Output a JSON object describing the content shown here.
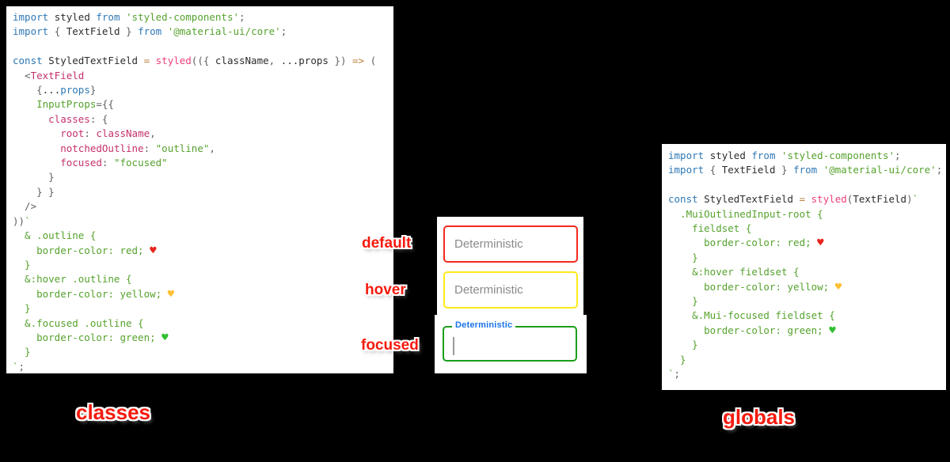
{
  "colors": {
    "background": "#000000",
    "panel": "#ffffff",
    "accent_red": "#f41a0e",
    "focused_label_blue": "#1a73e8",
    "placeholder_gray": "#8a8a8a",
    "keyword_blue": "#2e78b5",
    "string_green": "#55a22d",
    "function_pink": "#ee4179",
    "property_magenta": "#c5306d",
    "operator_orange": "#bd7d3a",
    "heart_red": "#e8251c",
    "heart_yellow": "#ffbe33",
    "heart_green": "#2fbf2f"
  },
  "captions": {
    "left": "classes",
    "right": "globals"
  },
  "middle": {
    "fields": [
      {
        "state_label": "default",
        "border_color": "#f5291d",
        "placeholder": "Deterministic"
      },
      {
        "state_label": "hover",
        "border_color": "#ffe919",
        "placeholder": "Deterministic"
      },
      {
        "state_label": "focused",
        "border_color": "#1b9e1b",
        "label": "Deterministic",
        "value": ""
      }
    ]
  },
  "left_code": {
    "lines": [
      [
        [
          "k",
          "import "
        ],
        [
          "d",
          "styled "
        ],
        [
          "k",
          "from "
        ],
        [
          "s",
          "'styled-components'"
        ],
        [
          "g",
          ";"
        ]
      ],
      [
        [
          "k",
          "import "
        ],
        [
          "g",
          "{ "
        ],
        [
          "d",
          "TextField "
        ],
        [
          "g",
          "} "
        ],
        [
          "k",
          "from "
        ],
        [
          "s",
          "'@material-ui/core'"
        ],
        [
          "g",
          ";"
        ]
      ],
      [],
      [
        [
          "k",
          "const "
        ],
        [
          "d",
          "StyledTextField "
        ],
        [
          "o",
          "= "
        ],
        [
          "p",
          "styled"
        ],
        [
          "g",
          "(({ "
        ],
        [
          "d",
          "className"
        ],
        [
          "g",
          ", "
        ],
        [
          "d",
          "...props "
        ],
        [
          "g",
          "}) "
        ],
        [
          "o",
          "=> "
        ],
        [
          "g",
          "("
        ]
      ],
      [
        [
          "g",
          "  <"
        ],
        [
          "m",
          "TextField"
        ]
      ],
      [
        [
          "g",
          "    {"
        ],
        [
          "d",
          "..."
        ],
        [
          "k",
          "props"
        ],
        [
          "g",
          "}"
        ]
      ],
      [
        [
          "g",
          "    "
        ],
        [
          "s",
          "InputProps"
        ],
        [
          "g",
          "={{"
        ]
      ],
      [
        [
          "g",
          "      "
        ],
        [
          "m",
          "classes"
        ],
        [
          "g",
          ": {"
        ]
      ],
      [
        [
          "g",
          "        "
        ],
        [
          "m",
          "root"
        ],
        [
          "g",
          ": "
        ],
        [
          "m",
          "className"
        ],
        [
          "g",
          ","
        ]
      ],
      [
        [
          "g",
          "        "
        ],
        [
          "m",
          "notchedOutline"
        ],
        [
          "g",
          ": "
        ],
        [
          "s",
          "\"outline\""
        ],
        [
          "g",
          ","
        ]
      ],
      [
        [
          "g",
          "        "
        ],
        [
          "m",
          "focused"
        ],
        [
          "g",
          ": "
        ],
        [
          "s",
          "\"focused\""
        ]
      ],
      [
        [
          "g",
          "      }"
        ]
      ],
      [
        [
          "g",
          "    } }"
        ]
      ],
      [
        [
          "g",
          "  />"
        ]
      ],
      [
        [
          "g",
          "))"
        ],
        [
          "s",
          "`"
        ]
      ],
      [
        [
          "s",
          "  & .outline {"
        ]
      ],
      [
        [
          "s",
          "    border-color: red; "
        ],
        [
          "hr",
          "♥"
        ]
      ],
      [
        [
          "s",
          "  }"
        ]
      ],
      [
        [
          "s",
          "  &:hover .outline {"
        ]
      ],
      [
        [
          "s",
          "    border-color: yellow; "
        ],
        [
          "hy",
          "♥"
        ]
      ],
      [
        [
          "s",
          "  }"
        ]
      ],
      [
        [
          "s",
          "  &.focused .outline {"
        ]
      ],
      [
        [
          "s",
          "    border-color: green; "
        ],
        [
          "hg",
          "♥"
        ]
      ],
      [
        [
          "s",
          "  }"
        ]
      ],
      [
        [
          "s",
          "`"
        ],
        [
          "g",
          ";"
        ]
      ]
    ]
  },
  "right_code": {
    "lines": [
      [
        [
          "k",
          "import "
        ],
        [
          "d",
          "styled "
        ],
        [
          "k",
          "from "
        ],
        [
          "s",
          "'styled-components'"
        ],
        [
          "g",
          ";"
        ]
      ],
      [
        [
          "k",
          "import "
        ],
        [
          "g",
          "{ "
        ],
        [
          "d",
          "TextField "
        ],
        [
          "g",
          "} "
        ],
        [
          "k",
          "from "
        ],
        [
          "s",
          "'@material-ui/core'"
        ],
        [
          "g",
          ";"
        ]
      ],
      [],
      [
        [
          "k",
          "const "
        ],
        [
          "d",
          "StyledTextField "
        ],
        [
          "o",
          "= "
        ],
        [
          "p",
          "styled"
        ],
        [
          "g",
          "("
        ],
        [
          "d",
          "TextField"
        ],
        [
          "g",
          ")"
        ],
        [
          "s",
          "`"
        ]
      ],
      [
        [
          "s",
          "  .MuiOutlinedInput-root {"
        ]
      ],
      [
        [
          "s",
          "    fieldset {"
        ]
      ],
      [
        [
          "s",
          "      border-color: red; "
        ],
        [
          "hr",
          "♥"
        ]
      ],
      [
        [
          "s",
          "    }"
        ]
      ],
      [
        [
          "s",
          "    &:hover fieldset {"
        ]
      ],
      [
        [
          "s",
          "      border-color: yellow; "
        ],
        [
          "hy",
          "♥"
        ]
      ],
      [
        [
          "s",
          "    }"
        ]
      ],
      [
        [
          "s",
          "    &.Mui-focused fieldset {"
        ]
      ],
      [
        [
          "s",
          "      border-color: green; "
        ],
        [
          "hg",
          "♥"
        ]
      ],
      [
        [
          "s",
          "    }"
        ]
      ],
      [
        [
          "s",
          "  }"
        ]
      ],
      [
        [
          "s",
          "`"
        ],
        [
          "g",
          ";"
        ]
      ]
    ]
  }
}
